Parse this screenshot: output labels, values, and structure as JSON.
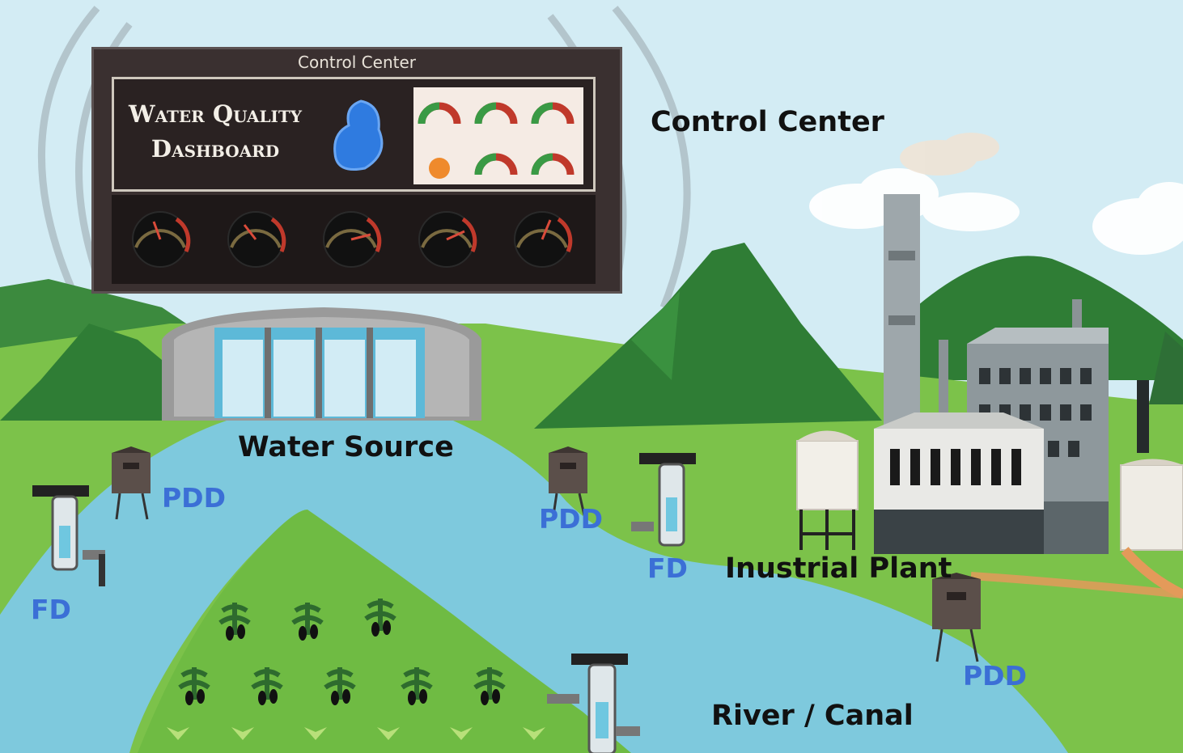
{
  "panel": {
    "title": "Control Center",
    "dashboard_title_line1": "Water Quality",
    "dashboard_title_line2": "Dashboard"
  },
  "labels": {
    "control_center": "Control Center",
    "water_source": "Water Source",
    "industrial_plant": "Inustrial Plant",
    "river_canal": "River / Canal",
    "pdd": "PDD",
    "fd": "FD"
  },
  "colors": {
    "sky": "#cfe9f2",
    "grass": "#7cc24a",
    "river": "#7ec9dd",
    "mountain": "#2f7d35",
    "sensor_label": "#3b6fd6"
  }
}
